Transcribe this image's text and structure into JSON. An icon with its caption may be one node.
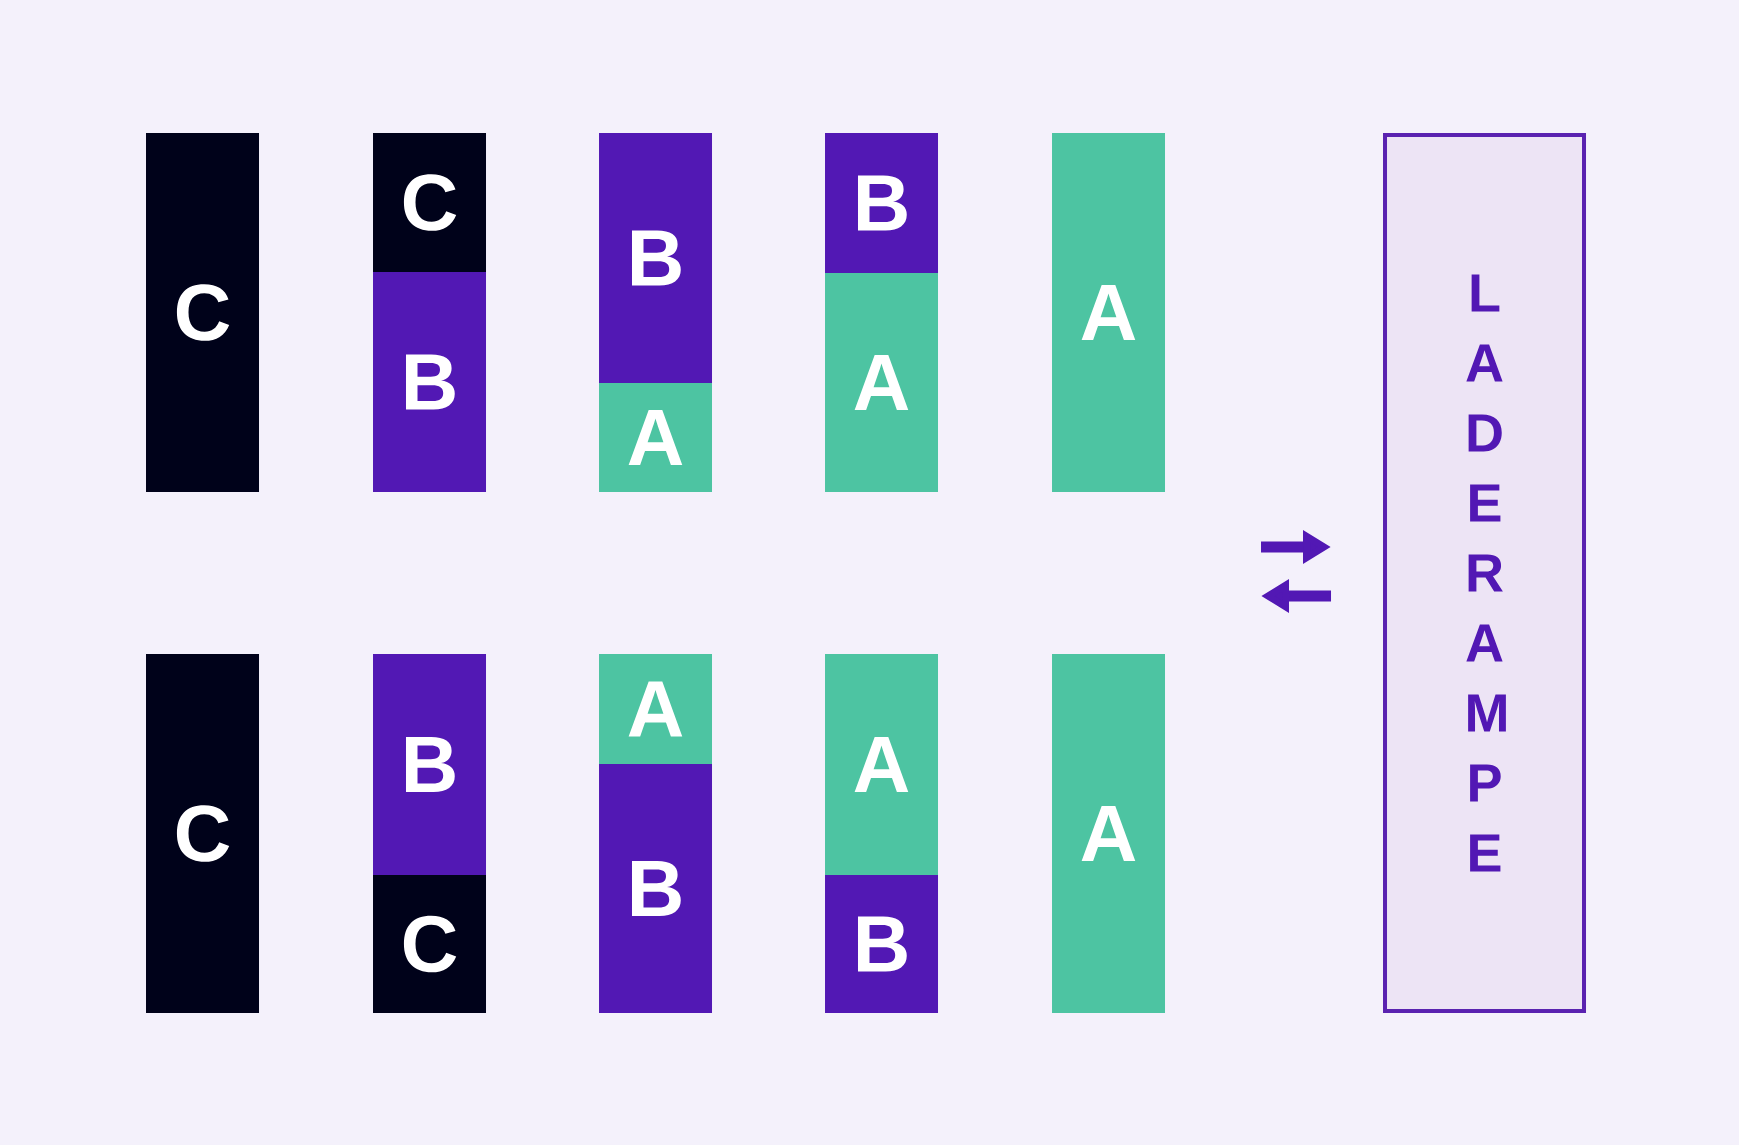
{
  "diagram": {
    "nodes": [
      {
        "text": [
          "C"
        ]
      },
      {
        "text": [
          "C"
        ]
      },
      {
        "text": [
          "B"
        ]
      },
      {
        "text": [
          "B"
        ]
      },
      {
        "text": [
          "A"
        ]
      },
      {
        "text": [
          "B"
        ]
      },
      {
        "text": [
          "A"
        ]
      },
      {
        "text": [
          "A"
        ]
      },
      {
        "text": [
          "C"
        ]
      },
      {
        "text": [
          "B"
        ]
      },
      {
        "text": [
          "C"
        ]
      },
      {
        "text": [
          "A"
        ]
      },
      {
        "text": [
          "B"
        ]
      },
      {
        "text": [
          "A"
        ]
      },
      {
        "text": [
          "B"
        ]
      },
      {
        "text": [
          "A"
        ]
      },
      {
        "text": [
          "L A D E R A M P E"
        ]
      }
    ]
  }
}
